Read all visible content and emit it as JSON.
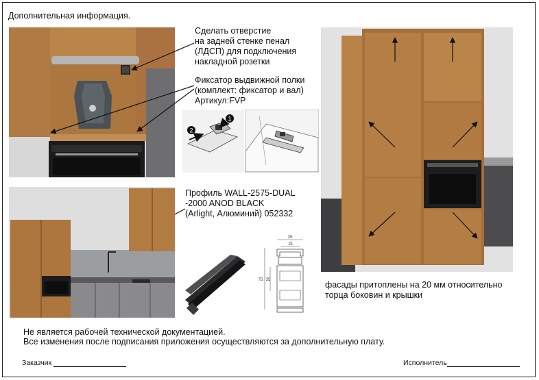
{
  "header": {
    "title": "Дополнительная информация."
  },
  "annotations": {
    "hole": [
      "Сделать отверстие",
      "на задней стенке пенал",
      "(ЛДСП) для подключения",
      "накладной розетки"
    ],
    "fixator": [
      "Фиксатор выдвижной полки",
      "(комплект: фиксатор и вал)",
      "Артикул:FVP"
    ],
    "profile": [
      "Профиль WALL-2575-DUAL",
      "-2000 ANOD BLACK",
      "(Arlight, Алюминий) 052332"
    ],
    "facades": [
      "фасады притоплены на 20 мм относительно",
      "торца боковин и крышки"
    ]
  },
  "callouts": {
    "step1": "1",
    "step2": "2"
  },
  "dimensions": {
    "width_top": "25",
    "width_inner": "21",
    "height_total": "75",
    "height_inner": "35"
  },
  "footer": {
    "note1": "Не является рабочей технической документацией.",
    "note2": "Все изменения после подписания приложения осуществляются за дополнительную плату.",
    "customer_label": "Заказчик",
    "contractor_label": "Исполнитель"
  },
  "colors": {
    "wood": "#b17a42",
    "oven": "#1d1d1f",
    "arrow": "#111111"
  }
}
